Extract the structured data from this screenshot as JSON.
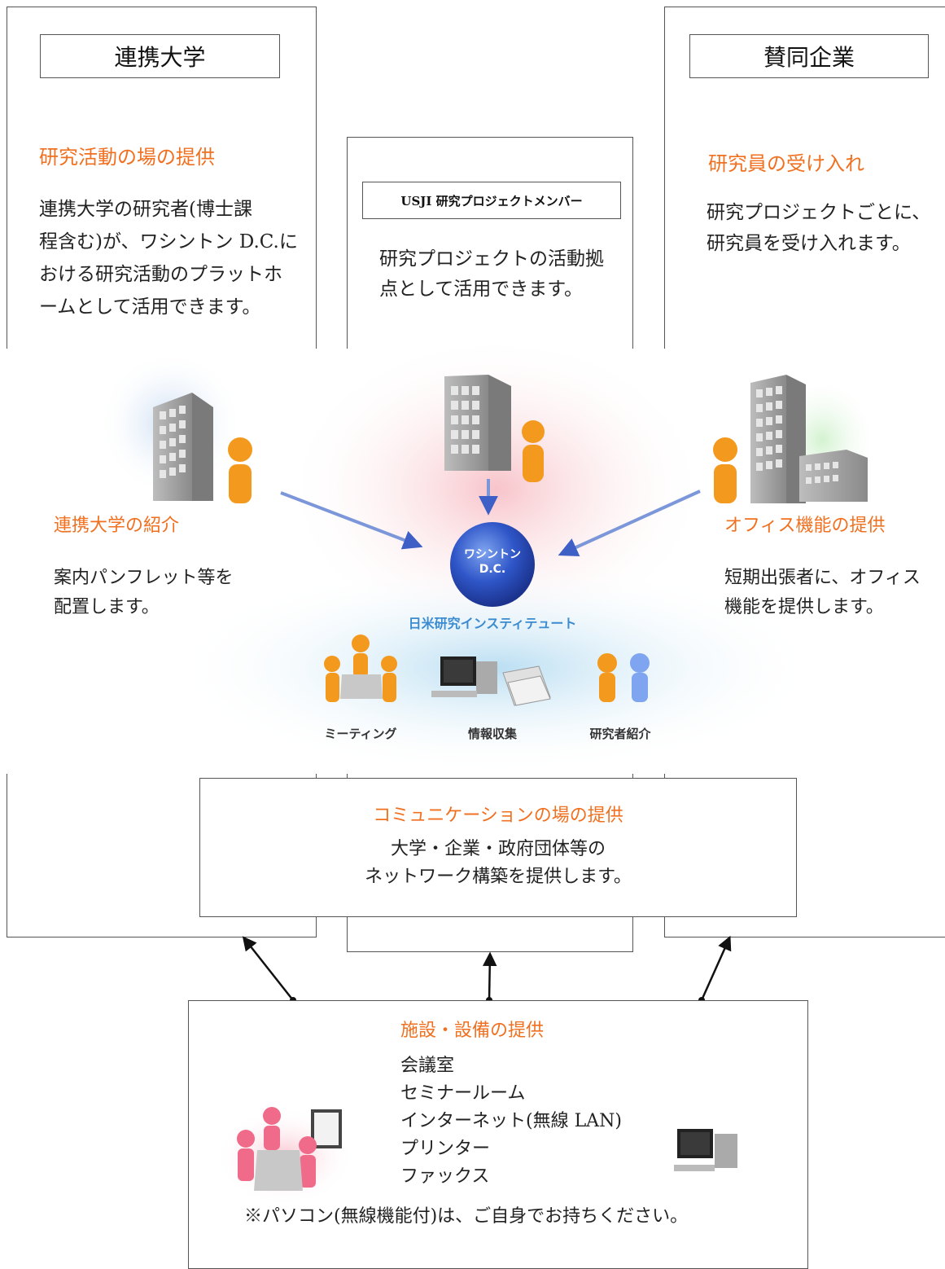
{
  "left_panel": {
    "heading": "連携大学",
    "subheading": "研究活動の場の提供",
    "body": "連携大学の研究者(博士課\n程含む)が、ワシントン D.C.に\nおける研究活動のプラットホ\nームとして活用できます。",
    "intro_title": "連携大学の紹介",
    "intro_body": "案内パンフレット等を\n配置します。"
  },
  "center_panel": {
    "heading": "USJI 研究プロジェクトメンバー",
    "body": "研究プロジェクトの活動拠\n点として活用できます。"
  },
  "right_panel": {
    "heading": "賛同企業",
    "subheading": "研究員の受け入れ",
    "body": "研究プロジェクトごとに、\n研究員を受け入れます。",
    "office_title": "オフィス機能の提供",
    "office_body": "短期出張者に、オフィス\n機能を提供します。"
  },
  "hub": {
    "circle_label_line1": "ワシントン",
    "circle_label_line2": "D.C.",
    "institute_name": "日米研究インスティテュート",
    "services": [
      "ミーティング",
      "情報収集",
      "研究者紹介"
    ]
  },
  "communication": {
    "title": "コミュニケーションの場の提供",
    "body": "大学・企業・政府団体等の\nネットワーク構築を提供します。"
  },
  "facilities": {
    "title": "施設・設備の提供",
    "items": [
      "会議室",
      "セミナールーム",
      "インターネット(無線 LAN)",
      "プリンター",
      "ファックス"
    ],
    "note": "※パソコン(無線機能付)は、ご自身でお持ちください。"
  },
  "colors": {
    "accent_orange": "#f07020",
    "person_orange": "#f39a1e",
    "building_gray": "#9a9a9a",
    "circle_blue": "#2b4fc0",
    "arrow_blue": "#6a8fd8",
    "institute_blue": "#3a8bd0",
    "pink": "#f06a8a"
  }
}
